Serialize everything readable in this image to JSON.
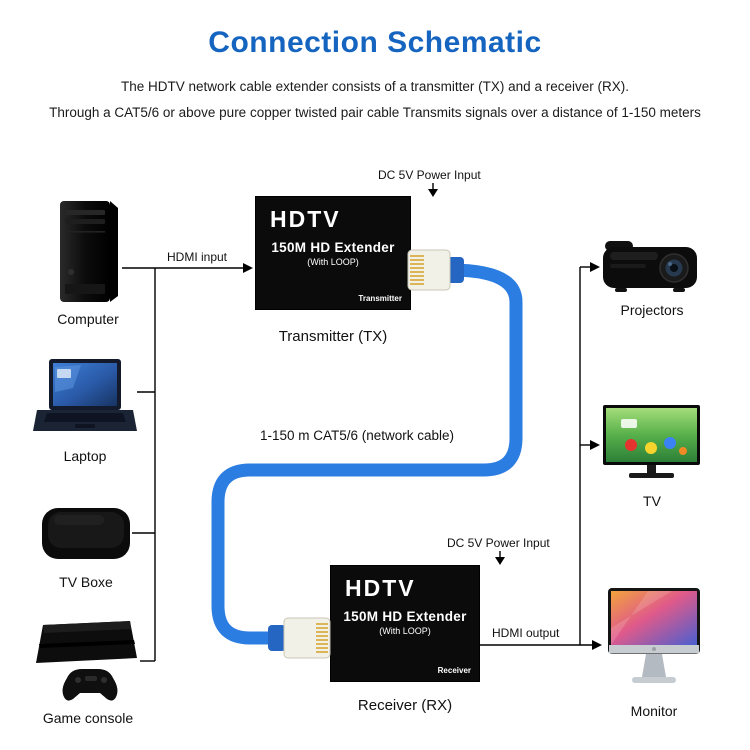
{
  "header": {
    "title": "Connection Schematic",
    "subtitle1": "The HDTV network cable extender consists of a transmitter (TX) and a receiver (RX).",
    "subtitle2": "Through a CAT5/6 or above pure copper twisted pair cable Transmits signals over a distance of 1-150 meters"
  },
  "annotations": {
    "tx_power": "DC 5V Power Input",
    "rx_power": "DC 5V Power Input",
    "hdmi_input": "HDMI input",
    "hdmi_output": "HDMI output",
    "cable_label": "1-150 m CAT5/6 (network cable)"
  },
  "extenders": {
    "brand": "HDTV",
    "model": "150M HD Extender",
    "sub": "(With LOOP)",
    "tx": {
      "tag": "Transmitter",
      "caption": "Transmitter (TX)"
    },
    "rx": {
      "tag": "Receiver",
      "caption": "Receiver (RX)"
    }
  },
  "sources": [
    {
      "label": "Computer"
    },
    {
      "label": "Laptop"
    },
    {
      "label": "TV Boxe"
    },
    {
      "label": "Game console"
    }
  ],
  "displays": [
    {
      "label": "Projectors"
    },
    {
      "label": "TV"
    },
    {
      "label": "Monitor"
    }
  ],
  "colors": {
    "title_blue": "#1565c0",
    "cable_blue": "#2b7de1",
    "line_black": "#000000",
    "extender_black": "#0b0b0b"
  }
}
